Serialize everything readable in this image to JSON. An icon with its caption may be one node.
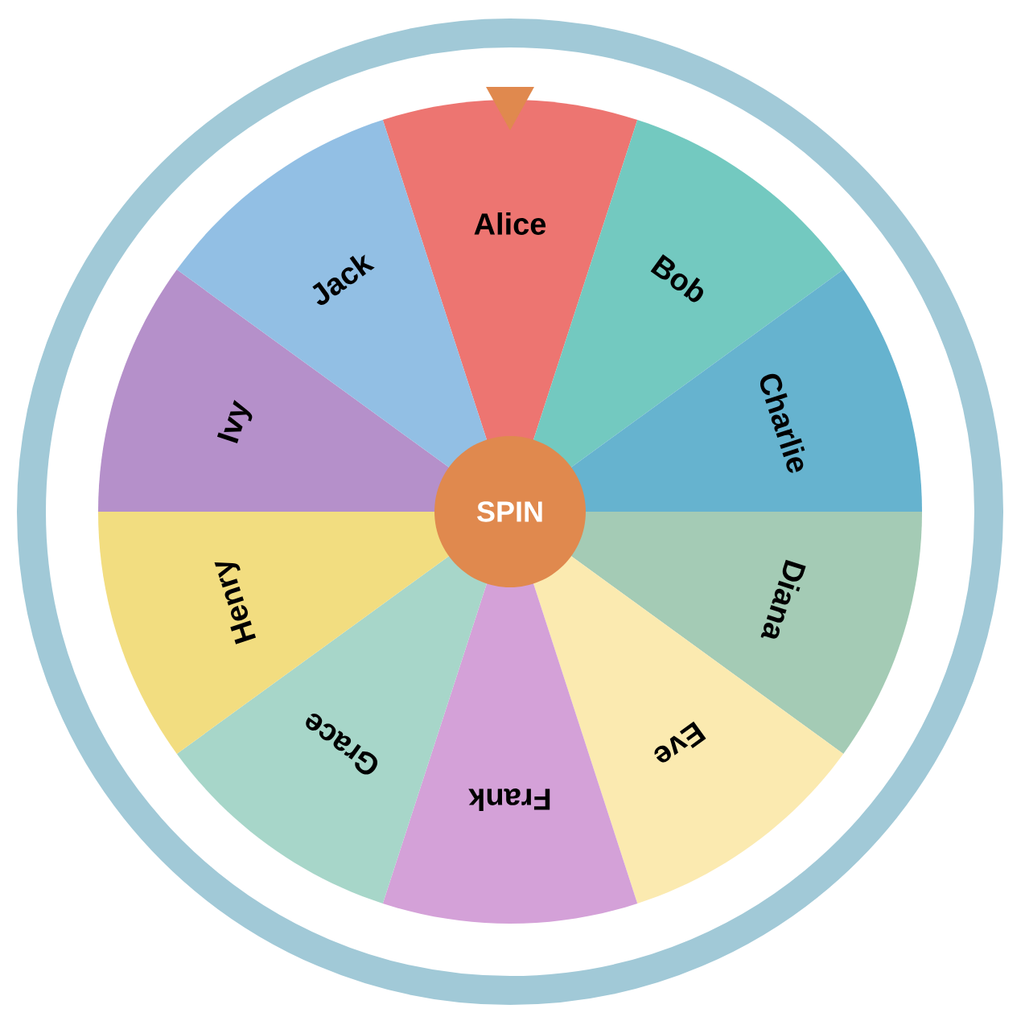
{
  "diagram": {
    "nodes": [
      {
        "text": [
          "Alice"
        ]
      },
      {
        "text": [
          "Bob"
        ]
      },
      {
        "text": [
          "Charlie"
        ]
      },
      {
        "text": [
          "Diana"
        ]
      },
      {
        "text": [
          "Eve"
        ]
      },
      {
        "text": [
          "Frank"
        ]
      },
      {
        "text": [
          "Grace"
        ]
      },
      {
        "text": [
          "Henry"
        ]
      },
      {
        "text": [
          "Ivy"
        ]
      },
      {
        "text": [
          "Jack"
        ]
      },
      {
        "text": [
          "SPIN"
        ]
      }
    ]
  }
}
